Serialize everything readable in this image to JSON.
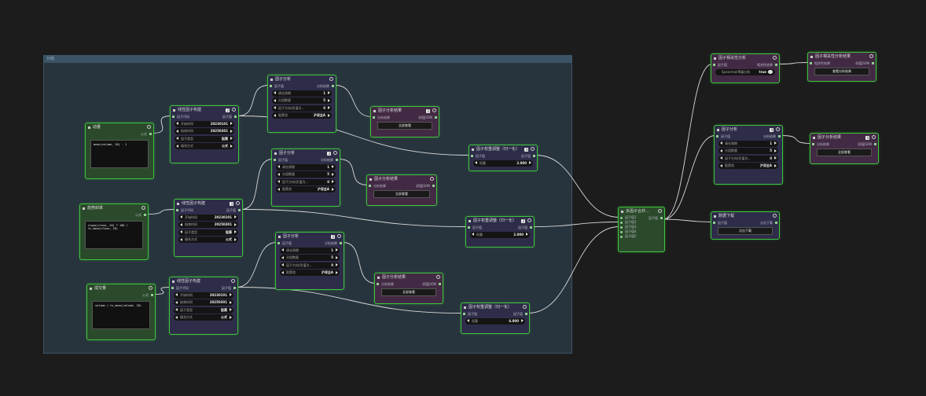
{
  "group": {
    "title": "分组"
  },
  "labels": {
    "factor_code": "因子代码",
    "factor_result": "因子结果",
    "analysis_result": "分析结果",
    "raw_json": "初值JSON",
    "factor": "因子值",
    "combined": "组合结果",
    "file_download": "点击下载"
  },
  "code_nodes": [
    {
      "title": "动量",
      "output": "公式",
      "code": "mean(volume, 20) - 1"
    },
    {
      "title": "趋势斜率",
      "output": "公式",
      "code": "slope(close, 20) * 100 / ts_mean(close, 20)"
    },
    {
      "title": "成交量",
      "output": "公式",
      "code": "volume / ts_mean(volume, 20)"
    }
  ],
  "builder_nodes": [
    {
      "title": "线性因子构建",
      "badge": "2",
      "in": "因子代码",
      "out": "因子值",
      "fields": [
        [
          "开始时间",
          "20230101"
        ],
        [
          "结束时间",
          "20250301"
        ],
        [
          "因子类型",
          "股票"
        ],
        [
          "填充方式",
          "公式"
        ]
      ]
    },
    {
      "title": "线性因子构建",
      "badge": "3",
      "in": "因子代码",
      "out": "因子值",
      "fields": [
        [
          "开始时间",
          "20230101"
        ],
        [
          "结束时间",
          "20250301"
        ],
        [
          "因子类型",
          "股票"
        ],
        [
          "填充方式",
          "公式"
        ]
      ]
    },
    {
      "title": "线性因子构建",
      "badge": "",
      "in": "因子代码",
      "out": "因子值",
      "fields": [
        [
          "开始时间",
          "20230101"
        ],
        [
          "结束时间",
          "20250301"
        ],
        [
          "因子类型",
          "股票"
        ],
        [
          "填充方式",
          "公式"
        ]
      ]
    }
  ],
  "analysis_nodes": [
    {
      "title": "因子分析",
      "badge": "",
      "in": "因子值",
      "out": "分析结果",
      "fields": [
        [
          "调仓周期",
          "1"
        ],
        [
          "分组数量",
          "5"
        ],
        [
          "因子方向(负值为…",
          "0"
        ],
        [
          "股票池",
          "沪深全A"
        ]
      ]
    },
    {
      "title": "因子分析",
      "badge": "3",
      "in": "因子值",
      "out": "分析结果",
      "fields": [
        [
          "调仓周期",
          "1"
        ],
        [
          "分组数量",
          "5"
        ],
        [
          "因子方向(负值为…",
          "0"
        ],
        [
          "股票池",
          "沪深全A"
        ]
      ]
    },
    {
      "title": "因子分析",
      "badge": "2",
      "in": "因子值",
      "out": "分析结果",
      "fields": [
        [
          "调仓周期",
          "1"
        ],
        [
          "分组数量",
          "5"
        ],
        [
          "因子方向(负值为…",
          "0"
        ],
        [
          "股票池",
          "沪深全A"
        ]
      ]
    },
    {
      "title": "因子分析",
      "badge": "4",
      "in": "因子值",
      "out": "分析结果",
      "fields": [
        [
          "调仓周期",
          "1"
        ],
        [
          "分组数量",
          "5"
        ],
        [
          "因子方向(负值为…",
          "0"
        ],
        [
          "股票池",
          "沪深全A"
        ]
      ]
    }
  ],
  "result_nodes": [
    {
      "title": "因子分析结果",
      "badge": "2",
      "in": "分析结果",
      "out": "初值JSON",
      "button": "全部查看"
    },
    {
      "title": "因子分析结果",
      "badge": "",
      "in": "分析结果",
      "out": "初值JSON",
      "button": "全部查看"
    },
    {
      "title": "因子分析结果",
      "badge": "",
      "in": "分析结果",
      "out": "初值JSON",
      "button": "全部查看"
    },
    {
      "title": "因子分析结果",
      "badge": "4",
      "in": "分析结果",
      "out": "初值JSON",
      "button": "全部查看"
    }
  ],
  "weight_nodes": [
    {
      "title": "因子权重调整（归一化）",
      "badge": "3",
      "in": "因子值",
      "out": "因子值",
      "field": "权重",
      "value": "2.000"
    },
    {
      "title": "因子权重调整（归一化）",
      "badge": "2",
      "in": "因子值",
      "out": "因子值",
      "field": "权重",
      "value": "2.000"
    },
    {
      "title": "因子权重调整（归一化）",
      "badge": "",
      "in": "因子值",
      "out": "因子值",
      "field": "权重",
      "value": "6.000"
    }
  ],
  "merge_node": {
    "title": "多因子合并…",
    "out": "因子值",
    "inputs": [
      "因子值1",
      "因子值2",
      "因子值3",
      "因子值4",
      "因子值5"
    ]
  },
  "corr_node": {
    "title": "因子相关性分析",
    "in": "因子值",
    "out": "相关性结果",
    "toggle_label": "Spearman等级分析",
    "toggle_value": "true"
  },
  "corr_result_node": {
    "title": "因子相关性分析结果",
    "in": "相关性结果",
    "out": "初值JSON",
    "button": "查看分析结果"
  },
  "download_node": {
    "title": "数据下载",
    "in": "因子值",
    "out": "点击下载",
    "button": "点击下载"
  }
}
